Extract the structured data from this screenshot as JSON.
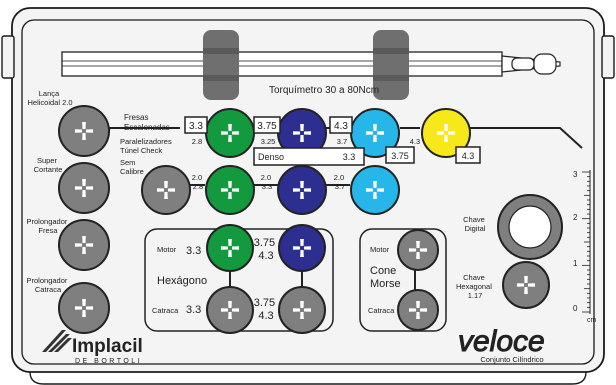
{
  "colors": {
    "tray": "#f4f4f4",
    "outline": "#1a1a1a",
    "gray_hole": "#7f7f7f",
    "green": "#139a3e",
    "navy": "#2c2f8f",
    "cyan": "#26b6ea",
    "yellow": "#f7e81a"
  },
  "labels": {
    "torque": "Torquímetro 30 a 80Ncm",
    "lanca": [
      "Lança",
      "Helicoidal 2.0"
    ],
    "super": [
      "Super",
      "Cortante"
    ],
    "prolong_fresa": [
      "Prolongador",
      "Fresa"
    ],
    "prolong_catraca": [
      "Prolongador",
      "Catraca"
    ],
    "fresas": [
      "Fresas",
      "Escalonadas"
    ],
    "paralel": [
      "Paralelizadores",
      "Túnel Check"
    ],
    "sem_calibre": [
      "Sem",
      "Calibre"
    ],
    "denso": "Denso",
    "hexagono": "Hexágono",
    "motor": "Motor",
    "catraca": "Catraca",
    "cone": [
      "Cone",
      "Morse"
    ],
    "chave_digital": [
      "Chave",
      "Digital"
    ],
    "chave_hex": [
      "Chave",
      "Hexagonal",
      "1.17"
    ],
    "cm": "cm",
    "ruler_ticks": [
      "3",
      "2",
      "1",
      "0"
    ]
  },
  "values": {
    "g1": "3.3",
    "g1s": "2.8",
    "n1": "3.75",
    "n1s": "3.25",
    "c1": "4.3",
    "c1s": "3.7",
    "c1b": "3.75",
    "y1s": "4.3",
    "y1b": "4.3",
    "denso": "3.3",
    "r2a": [
      "2.0",
      "2.8"
    ],
    "r2b": [
      "2.0",
      "3.3"
    ],
    "r2c": [
      "2.0",
      "3.7"
    ],
    "hex_motor_1": "3.3",
    "hex_motor_2": [
      "3.75",
      "4.3"
    ],
    "hex_catraca_1": "3.3",
    "hex_catraca_2": [
      "3.75",
      "4.3"
    ]
  },
  "brand": {
    "left_name": "Implacil",
    "left_sub": "DE BORTOLI",
    "right_name": "veloce",
    "right_sub": "Conjunto Cilíndrico"
  }
}
